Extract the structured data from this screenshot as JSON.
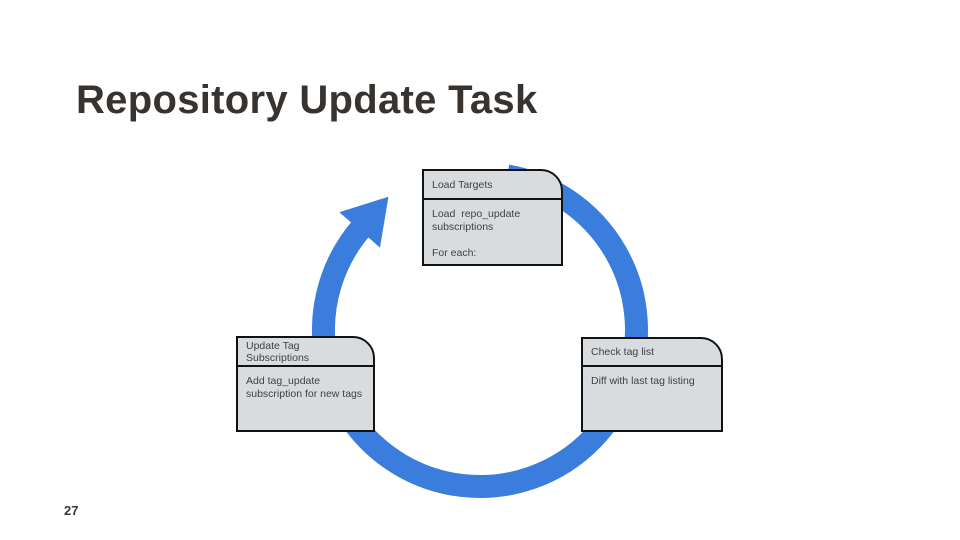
{
  "slide": {
    "title": "Repository Update Task",
    "page_number": "27",
    "background_color": "#ffffff",
    "title_color": "#38332f"
  },
  "diagram": {
    "type": "cycle",
    "arrow_color": "#3b7ddd",
    "box_fill": "#d9dcde",
    "box_border": "#121212",
    "boxes": {
      "load_targets": {
        "header": "Load Targets",
        "body_lines": [
          "Load  repo_update",
          "subscriptions",
          "",
          "For each:"
        ]
      },
      "check_tag_list": {
        "header": "Check tag list",
        "body_lines": [
          "Diff with last tag listing"
        ]
      },
      "update_tag_subscriptions": {
        "header": "Update Tag Subscriptions",
        "body_lines": [
          "Add tag_update",
          "subscription for new tags"
        ]
      }
    }
  }
}
